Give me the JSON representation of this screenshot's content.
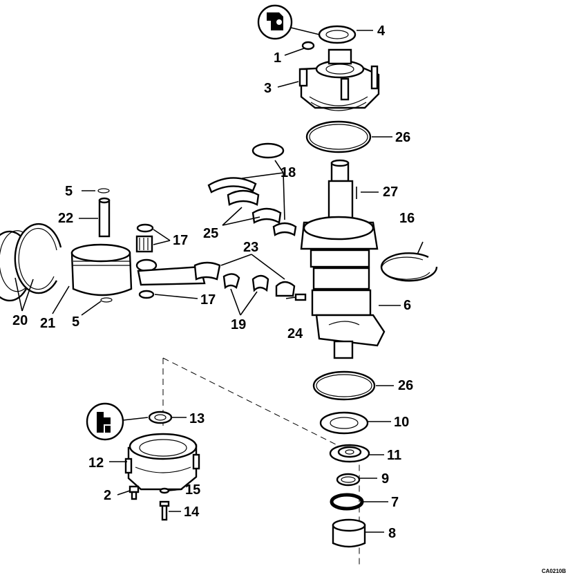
{
  "figure_code": "CA0210B",
  "callouts": {
    "c1": "1",
    "c2": "2",
    "c3": "3",
    "c4": "4",
    "c5a": "5",
    "c5b": "5",
    "c6": "6",
    "c7": "7",
    "c8": "8",
    "c9": "9",
    "c10": "10",
    "c11": "11",
    "c12": "12",
    "c13": "13",
    "c14": "14",
    "c15": "15",
    "c16": "16",
    "c17a": "17",
    "c17b": "17",
    "c18": "18",
    "c19": "19",
    "c20": "20",
    "c21": "21",
    "c22": "22",
    "c23": "23",
    "c24": "24",
    "c25": "25",
    "c26a": "26",
    "c26b": "26",
    "c27": "27"
  },
  "symbols": {
    "top": "sealant-symbol-icon",
    "bottom": "lubricant-symbol-icon"
  }
}
